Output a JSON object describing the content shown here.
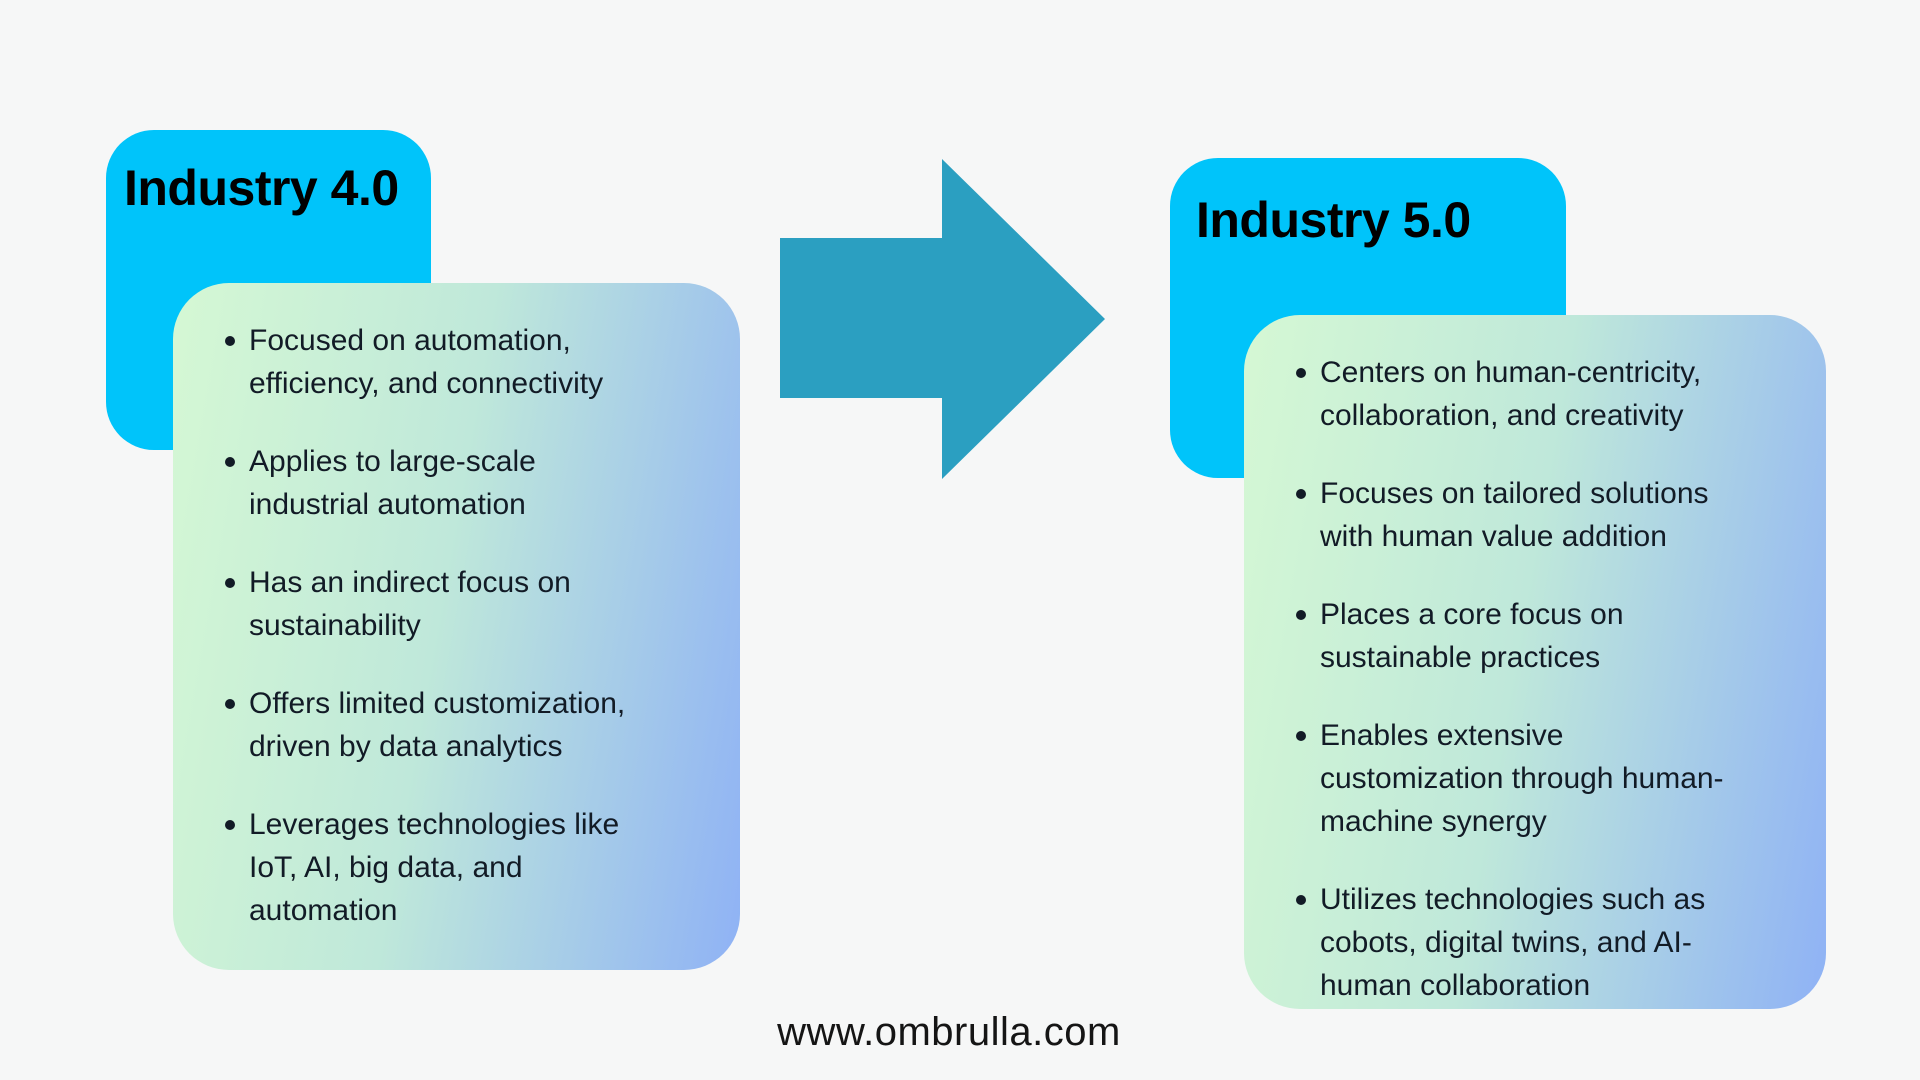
{
  "colors": {
    "page_background": "#f6f7f7",
    "header_cyan": "#00c4fa",
    "arrow_teal": "#2b9fc1",
    "card_gradient_start": "#d5f8d4",
    "card_gradient_mid": "#bfe8da",
    "card_gradient_end": "#8fb2f5",
    "bullet_text": "#121b26",
    "title_text": "#000000",
    "footer_text": "#151515"
  },
  "left_panel": {
    "title": "Industry 4.0",
    "bullets": [
      "Focused on automation, efficiency, and connectivity",
      "Applies to large-scale industrial automation",
      "Has an indirect focus on sustainability",
      "Offers limited customization, driven by data analytics",
      "Leverages technologies like IoT, AI, big data, and automation"
    ]
  },
  "arrow": {
    "direction": "right"
  },
  "right_panel": {
    "title": "Industry 5.0",
    "bullets": [
      "Centers on human-centricity, collaboration, and creativity",
      "Focuses on tailored solutions with human value addition",
      "Places a core focus on sustainable practices",
      "Enables extensive customization through human-machine synergy",
      "Utilizes technologies such as cobots, digital twins, and AI-human collaboration"
    ]
  },
  "footer": {
    "url": "www.ombrulla.com"
  }
}
